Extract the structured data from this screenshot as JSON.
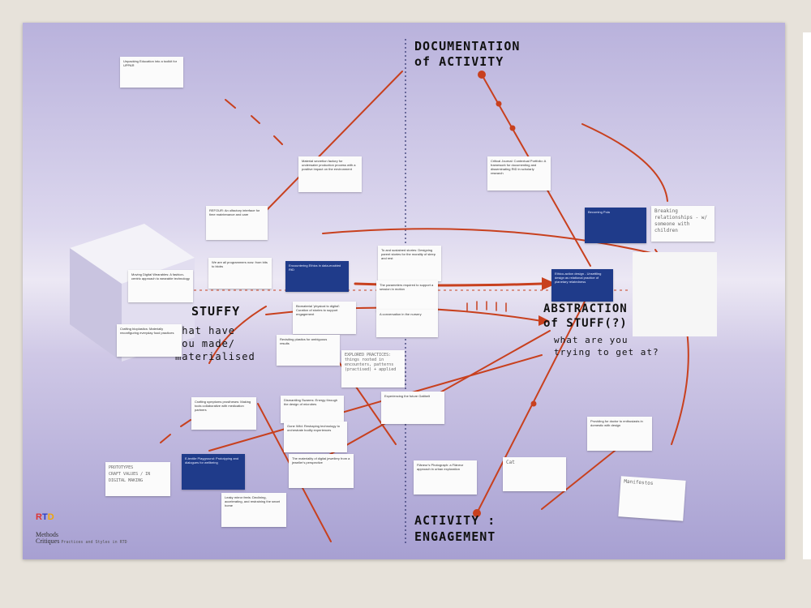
{
  "poster": {
    "headings": {
      "top": "DOCUMENTATION\nof ACTIVITY",
      "bottom": "ACTIVITY :\nENGAGEMENT",
      "right": "ABSTRACTION\nof STUFF(?)",
      "right_question": "what are you\ntrying to get at?",
      "left": "STUFFY",
      "left_question": "what have\nyou made/\nmaterialised"
    },
    "logo": {
      "r": "R",
      "t": "T",
      "d": "D"
    },
    "credit": {
      "line1": "Methods",
      "line2": "Critiques",
      "line3": "Practices and Styles in RTD"
    }
  },
  "notes": [
    {
      "id": "n1",
      "text": "Unpacking Education into a toolkit for UPPAR"
    },
    {
      "id": "n2",
      "text": "Material secretion factory for underwater production process with a positive impact on the environment"
    },
    {
      "id": "n3",
      "text": "REFOUR: An olfactory interface for time maintenance and care"
    },
    {
      "id": "n4",
      "text": "We are all programmers now: from bits to blobs"
    },
    {
      "id": "n5",
      "text": "Encountering Ethics in data-enabled RtD"
    },
    {
      "id": "n6",
      "text": "Moving Digital Wearables: A fashion-centric approach to wearable technology"
    },
    {
      "id": "n7",
      "text": "Crafting bioplastics: Materially reconfiguring everyday food practices"
    },
    {
      "id": "n8",
      "text": "Biomaterial 'physical to digital': Curation of stories to support engagement"
    },
    {
      "id": "n9",
      "text": "Revisiting plastics for ambiguous results"
    },
    {
      "id": "n10",
      "text": "To and sustained stories: Designing parent stories for the morality of sleep and rest"
    },
    {
      "id": "n11",
      "text": "The parameters required to support a session in motion"
    },
    {
      "id": "n12",
      "text": "A conversation in the nursery"
    },
    {
      "id": "n13",
      "text": "Critical Journal: Contextual Portfolio: A framework for documenting and disseminating RtD in scholarly research"
    },
    {
      "id": "n14",
      "text": "Becoming Pola"
    },
    {
      "id": "n15",
      "text": "Breaking relationships - w/ someone with children"
    },
    {
      "id": "n16",
      "text": "Ethico-action design - Unsettling design as relational practice of planetary relatedness"
    },
    {
      "id": "n17",
      "text": "EXPLORED PRACTICES: things rooted in encounters, patterns (practised) + applied"
    },
    {
      "id": "n18",
      "text": "Experiencing the future Gaitbelt"
    },
    {
      "id": "n19",
      "text": "Crafting symptoms prostheses: Making tools collaborative with medication partners"
    },
    {
      "id": "n20",
      "text": "Dismantling Swarms: Energy through the design of microbes"
    },
    {
      "id": "n21",
      "text": "Gone Wild: Reshaping technology to orchestrate bodily experiences"
    },
    {
      "id": "n22",
      "text": "E-textile Playground: Prototyping and dialogues for wellbeing"
    },
    {
      "id": "n23",
      "text": "The materiality of digital jewellery from a jeweller's perspective"
    },
    {
      "id": "n24",
      "text": "PROTOTYPES\nCRAFT VALUES / IN\nDIGITAL MAKING"
    },
    {
      "id": "n25",
      "text": "Leaky mirror feels: Declining, accelerating, and restraining the smart home"
    },
    {
      "id": "n26",
      "text": "Flâneur's Photograph: a Flâneur approach in urban exploration"
    },
    {
      "id": "n27",
      "text": "Cat"
    },
    {
      "id": "n28",
      "text": "Providing for doctor to enthusiasts in domestic with design"
    },
    {
      "id": "n29",
      "text": "Manifestos"
    }
  ],
  "colors": {
    "ink_red": "#c8401e",
    "axis_blue": "#2a2f6a",
    "note_dark": "#1f3b8a"
  }
}
